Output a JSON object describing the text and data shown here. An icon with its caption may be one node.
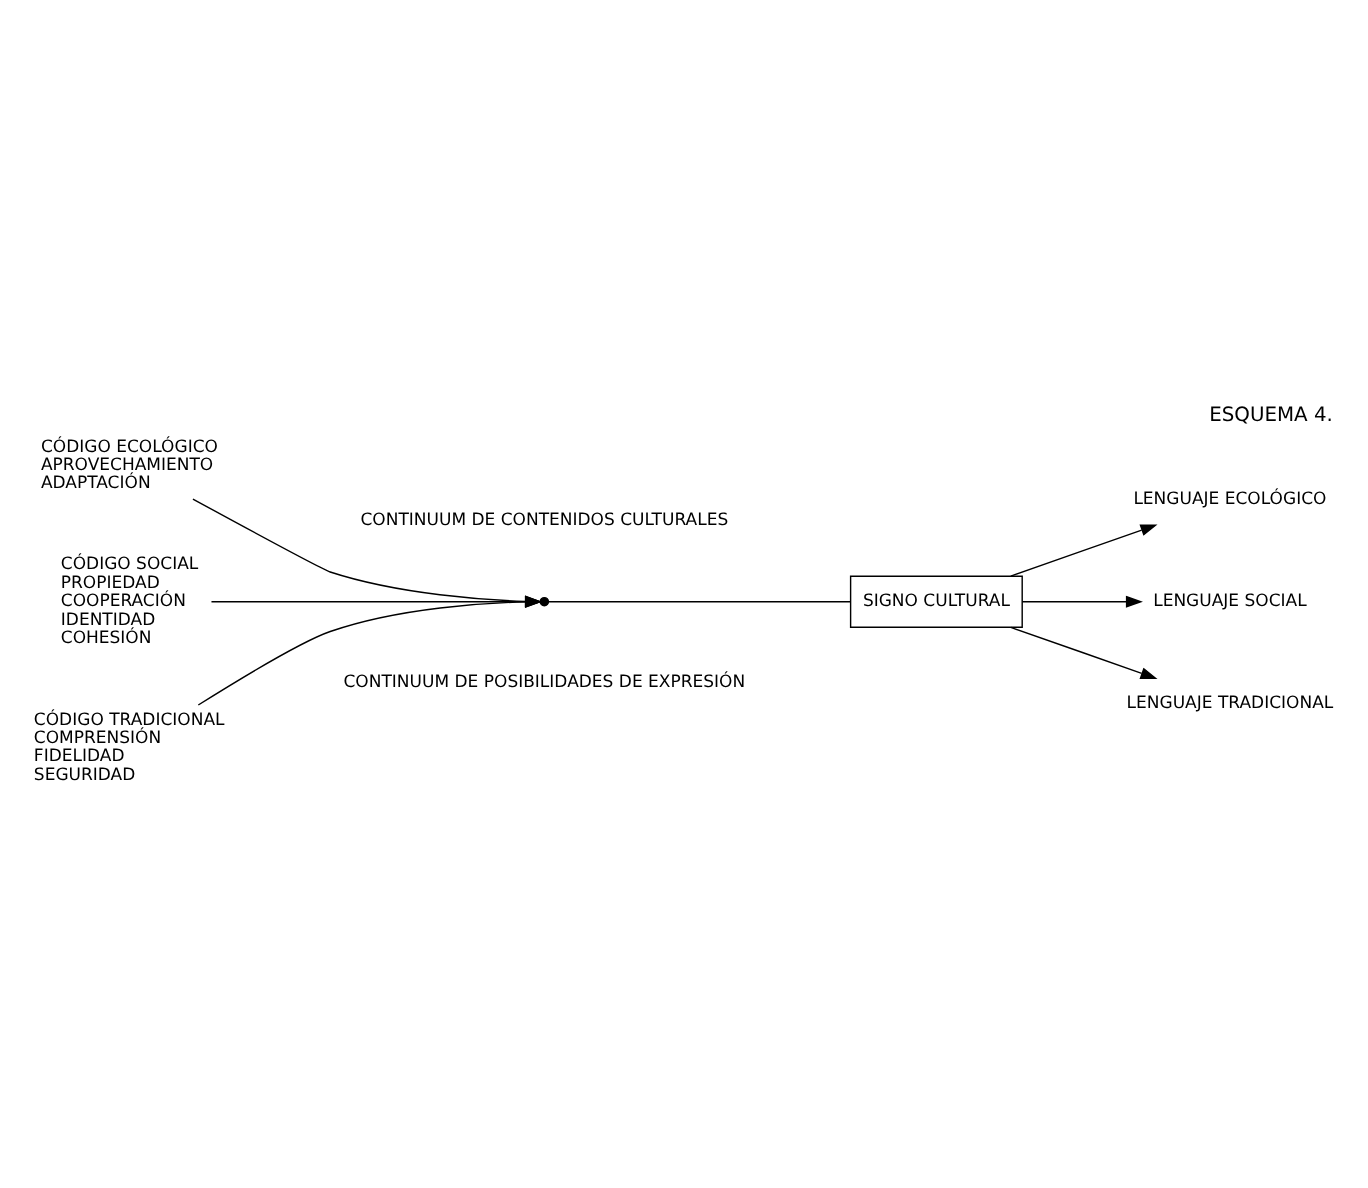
{
  "diagram": {
    "title": "ESQUEMA 4.",
    "nodes": [
      {
        "text": [
          "CÓDIGO ECOLÓGICO",
          "APROVECHAMIENTO",
          "ADAPTACIÓN"
        ]
      },
      {
        "text": [
          "CÓDIGO SOCIAL",
          "PROPIEDAD",
          "COOPERACIÓN",
          "IDENTIDAD",
          "COHESIÓN"
        ]
      },
      {
        "text": [
          "CÓDIGO TRADICIONAL",
          "COMPRENSIÓN",
          "FIDELIDAD",
          "SEGURIDAD"
        ]
      },
      {
        "text": [],
        "shape": "point"
      },
      {
        "text": [
          "SIGNO CULTURAL"
        ]
      },
      {
        "text": [
          "LENGUAJE ECOLÓGICO"
        ]
      },
      {
        "text": [
          "LENGUAJE SOCIAL"
        ]
      },
      {
        "text": [
          "LENGUAJE TRADICIONAL"
        ]
      }
    ],
    "edges": [
      {
        "from": 0,
        "to": 3,
        "arrow": "to"
      },
      {
        "from": 1,
        "to": 3,
        "arrow": "to"
      },
      {
        "from": 2,
        "to": 3,
        "arrow": "to"
      },
      {
        "from": 3,
        "to": 4,
        "arrow": "none"
      },
      {
        "from": 4,
        "to": 5,
        "arrow": "to"
      },
      {
        "from": 4,
        "to": 6,
        "arrow": "to"
      },
      {
        "from": 4,
        "to": 7,
        "arrow": "to"
      }
    ],
    "labels": [
      "CONTINUUM DE CONTENIDOS CULTURALES",
      "CONTINUUM DE POSIBILIDADES DE EXPRESIÓN"
    ]
  }
}
